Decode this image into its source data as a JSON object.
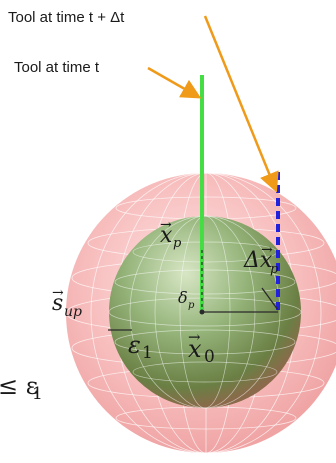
{
  "labels": {
    "tool_t_dt": "Tool at time t + Δt",
    "tool_t": "Tool at time t",
    "x_p": "x",
    "x_p_sub": "p",
    "delta_x_p": "Δx",
    "delta_x_p_sub": "p",
    "delta_p": "δ",
    "delta_p_sub": "p",
    "s_up": "s",
    "s_up_sub": "up",
    "epsilon_1": "ε",
    "epsilon_1_sub": "1",
    "x_0": "x",
    "x_0_sub": "0",
    "edge_fragment": "≤ ε",
    "edge_fragment_sub": "1"
  },
  "colors": {
    "outer_sphere": "#f3a3a3",
    "inner_sphere": "#6f9a5a",
    "tool_t": "#44dd44",
    "tool_t_dt": "#2222dd",
    "arrows": "#f09a1a",
    "dark_line": "#2a2a2a"
  }
}
